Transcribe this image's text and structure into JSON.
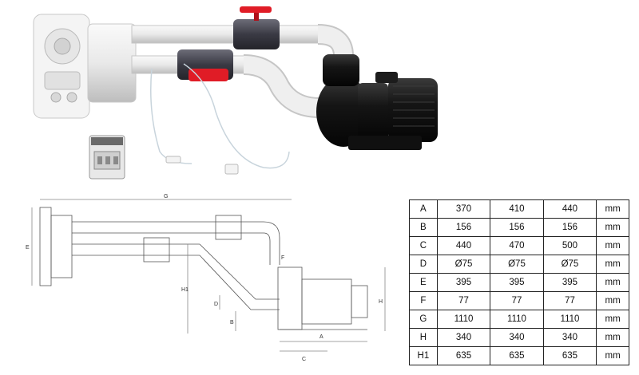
{
  "drawing_labels": {
    "g": "G",
    "e": "E",
    "f": "F",
    "h1": "H1",
    "d": "D",
    "b": "B",
    "a": "A",
    "c": "C",
    "h": "H"
  },
  "table": {
    "rows": [
      {
        "label": "A",
        "values": [
          "370",
          "410",
          "440"
        ],
        "unit": "mm"
      },
      {
        "label": "B",
        "values": [
          "156",
          "156",
          "156"
        ],
        "unit": "mm"
      },
      {
        "label": "C",
        "values": [
          "440",
          "470",
          "500"
        ],
        "unit": "mm"
      },
      {
        "label": "D",
        "values": [
          "Ø75",
          "Ø75",
          "Ø75"
        ],
        "unit": "mm"
      },
      {
        "label": "E",
        "values": [
          "395",
          "395",
          "395"
        ],
        "unit": "mm"
      },
      {
        "label": "F",
        "values": [
          "77",
          "77",
          "77"
        ],
        "unit": "mm"
      },
      {
        "label": "G",
        "values": [
          "1110",
          "1110",
          "1110"
        ],
        "unit": "mm"
      },
      {
        "label": "H",
        "values": [
          "340",
          "340",
          "340"
        ],
        "unit": "mm"
      },
      {
        "label": "H1",
        "values": [
          "635",
          "635",
          "635"
        ],
        "unit": "mm"
      }
    ]
  }
}
